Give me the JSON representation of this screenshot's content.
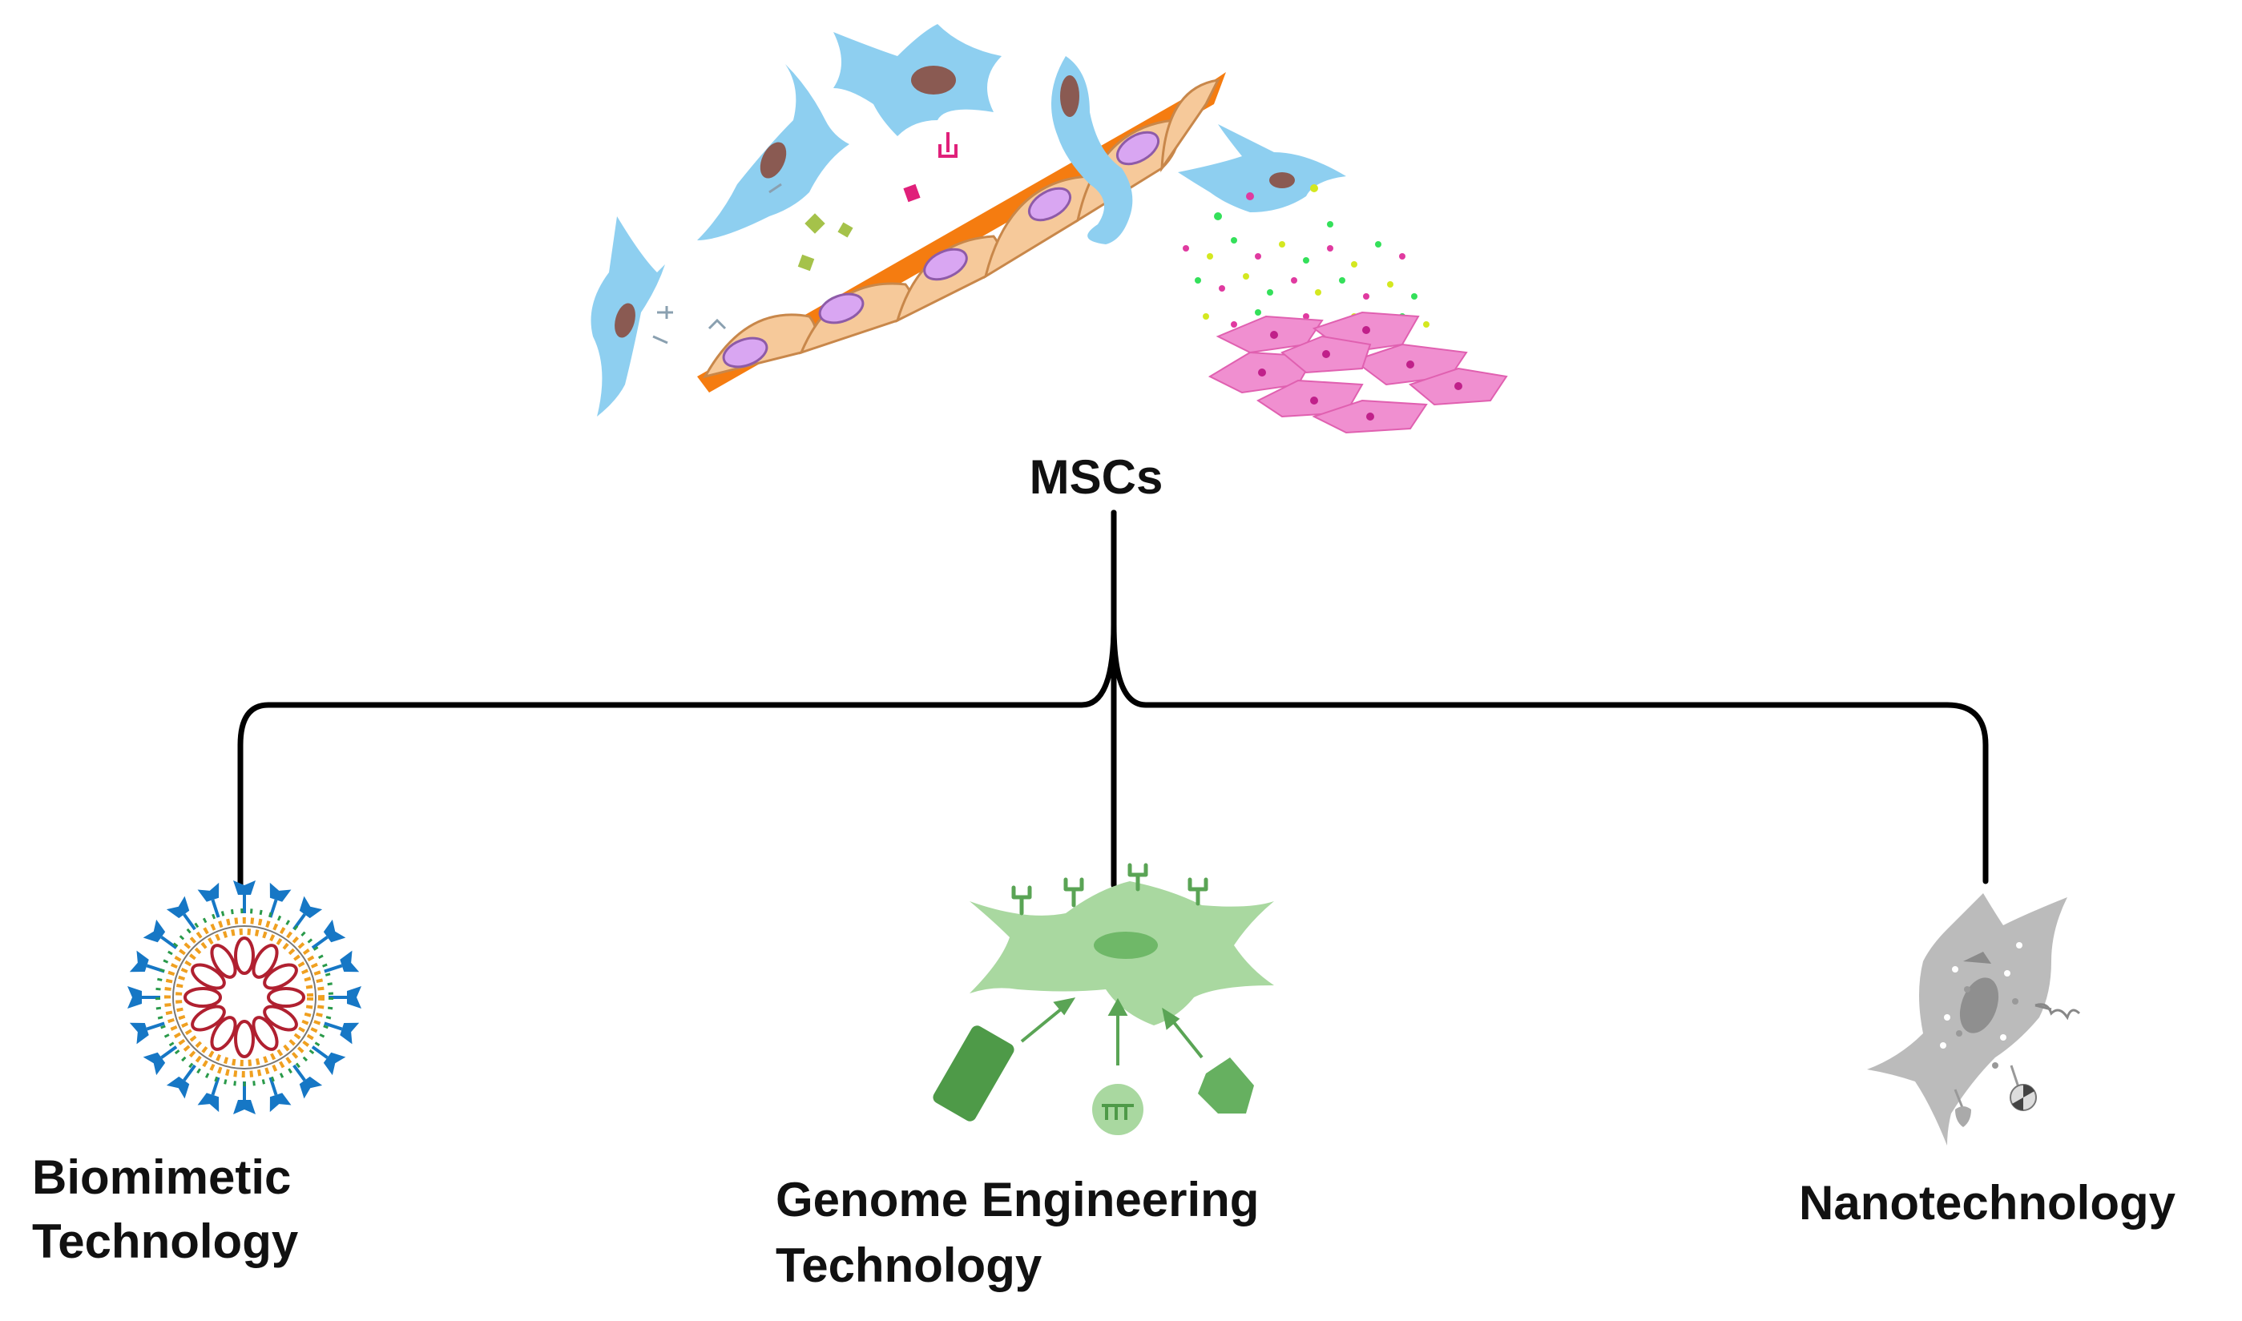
{
  "root": {
    "label": "MSCs"
  },
  "branches": [
    {
      "label_lines": [
        "Biomimetic",
        "Technology"
      ]
    },
    {
      "label_lines": [
        "Genome Engineering",
        "Technology"
      ]
    },
    {
      "label_lines": [
        "Nanotechnology"
      ]
    }
  ],
  "colors": {
    "connector": "#000000",
    "msc_cell": "#8ecff0",
    "nucleus": "#8a5a52",
    "endothelial_cell": "#f6c99a",
    "endothelial_nucleus": "#d9a6f2",
    "basement_membrane": "#f57c10",
    "target_tissue": "#f08fd0",
    "biomimetic_spikes": "#1677c5",
    "genome_cell": "#84c27c",
    "nano_cell": "#bbbbbb"
  },
  "icons": [
    "msc-homing-illustration",
    "biomimetic-nanoparticle-icon",
    "engineered-cell-icon",
    "nanoparticle-loaded-cell-icon"
  ]
}
